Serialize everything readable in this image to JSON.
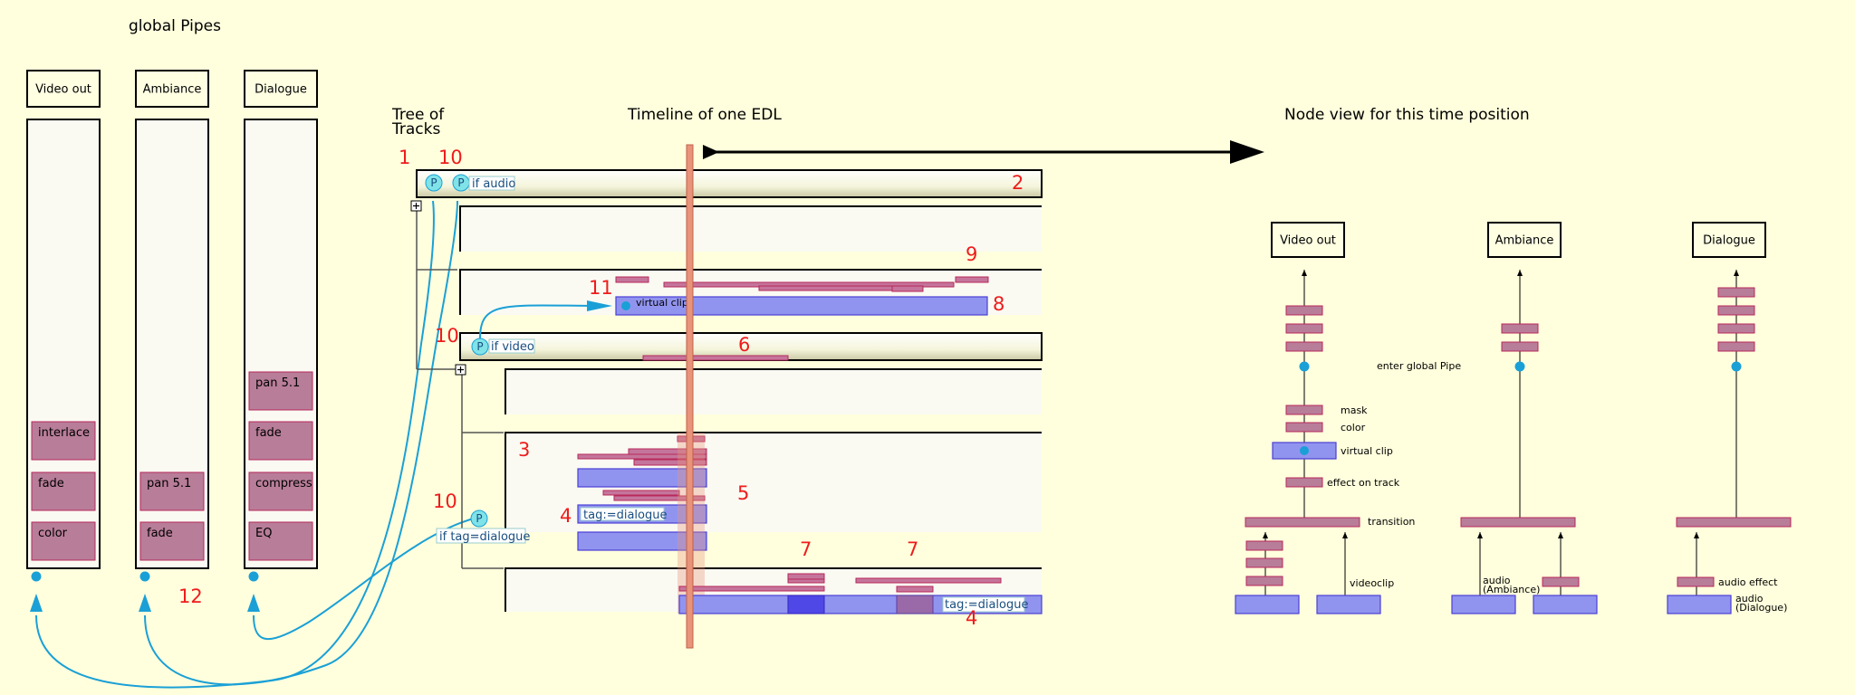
{
  "titles": {
    "global_pipes": "global Pipes",
    "tree_of_tracks_line1": "Tree of",
    "tree_of_tracks_line2": "Tracks",
    "timeline": "Timeline of one EDL",
    "node_view": "Node view for this time position"
  },
  "global_pipes": [
    {
      "name": "Video out",
      "effects": [
        "interlace",
        "fade",
        "color"
      ]
    },
    {
      "name": "Ambiance",
      "effects": [
        "pan 5.1",
        "fade"
      ]
    },
    {
      "name": "Dialogue",
      "effects": [
        "pan 5.1",
        "fade",
        "compress",
        "EQ"
      ]
    }
  ],
  "timeline": {
    "tags": {
      "if_audio": "if audio",
      "if_video": "if video",
      "if_tag_dialogue": "if tag=dialogue",
      "tag_dialogue": "tag:=dialogue",
      "virtual_clip": "virtual clip",
      "pipe_symbol": "P",
      "expand_symbol": "⊞"
    },
    "numbers": {
      "n1": "1",
      "n10a": "10",
      "n2": "2",
      "n9": "9",
      "n11": "11",
      "n8": "8",
      "n10b": "10",
      "n6": "6",
      "n3": "3",
      "n5": "5",
      "n4a": "4",
      "n10c": "10",
      "n7a": "7",
      "n7b": "7",
      "n4b": "4",
      "n12": "12"
    }
  },
  "node_view": {
    "pipes": [
      "Video out",
      "Ambiance",
      "Dialogue"
    ],
    "labels": {
      "enter_global_pipe": "enter global Pipe",
      "mask": "mask",
      "color": "color",
      "virtual_clip": "virtual clip",
      "effect_on_track": "effect on track",
      "transition": "transition",
      "videoclip": "videoclip",
      "audio_ambiance_line1": "audio",
      "audio_ambiance_line2": "(Ambiance)",
      "audio_effect": "audio effect",
      "audio_dialogue_line1": "audio",
      "audio_dialogue_line2": "(Dialogue)"
    }
  },
  "colors": {
    "background": "#ffffdd",
    "effect_fill": "#b87d99",
    "clip_fill": "#9194ee",
    "connector": "#1aa0d6",
    "numbers": "#ee1c1c",
    "playhead": "#e9937a"
  }
}
